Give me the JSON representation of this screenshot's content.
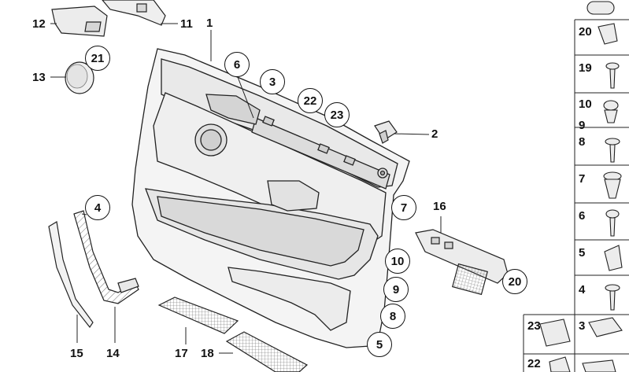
{
  "diagram": {
    "callouts": [
      {
        "id": "c1",
        "text": "1"
      },
      {
        "id": "c2",
        "text": "2"
      },
      {
        "id": "c3",
        "text": "3"
      },
      {
        "id": "c4",
        "text": "4"
      },
      {
        "id": "c5",
        "text": "5"
      },
      {
        "id": "c6",
        "text": "6"
      },
      {
        "id": "c7",
        "text": "7"
      },
      {
        "id": "c8",
        "text": "8"
      },
      {
        "id": "c9",
        "text": "9"
      },
      {
        "id": "c10",
        "text": "10"
      },
      {
        "id": "c11",
        "text": "11"
      },
      {
        "id": "c12",
        "text": "12"
      },
      {
        "id": "c13",
        "text": "13"
      },
      {
        "id": "c14",
        "text": "14"
      },
      {
        "id": "c15",
        "text": "15"
      },
      {
        "id": "c16",
        "text": "16"
      },
      {
        "id": "c17",
        "text": "17"
      },
      {
        "id": "c18",
        "text": "18"
      },
      {
        "id": "c20",
        "text": "20"
      },
      {
        "id": "c21",
        "text": "21"
      },
      {
        "id": "c22",
        "text": "22"
      },
      {
        "id": "c23",
        "text": "23"
      }
    ],
    "legend_column": [
      "20",
      "19",
      "10",
      "9",
      "8",
      "7",
      "6",
      "5",
      "4",
      "3"
    ],
    "legend_bottom": [
      "23",
      "22"
    ]
  }
}
